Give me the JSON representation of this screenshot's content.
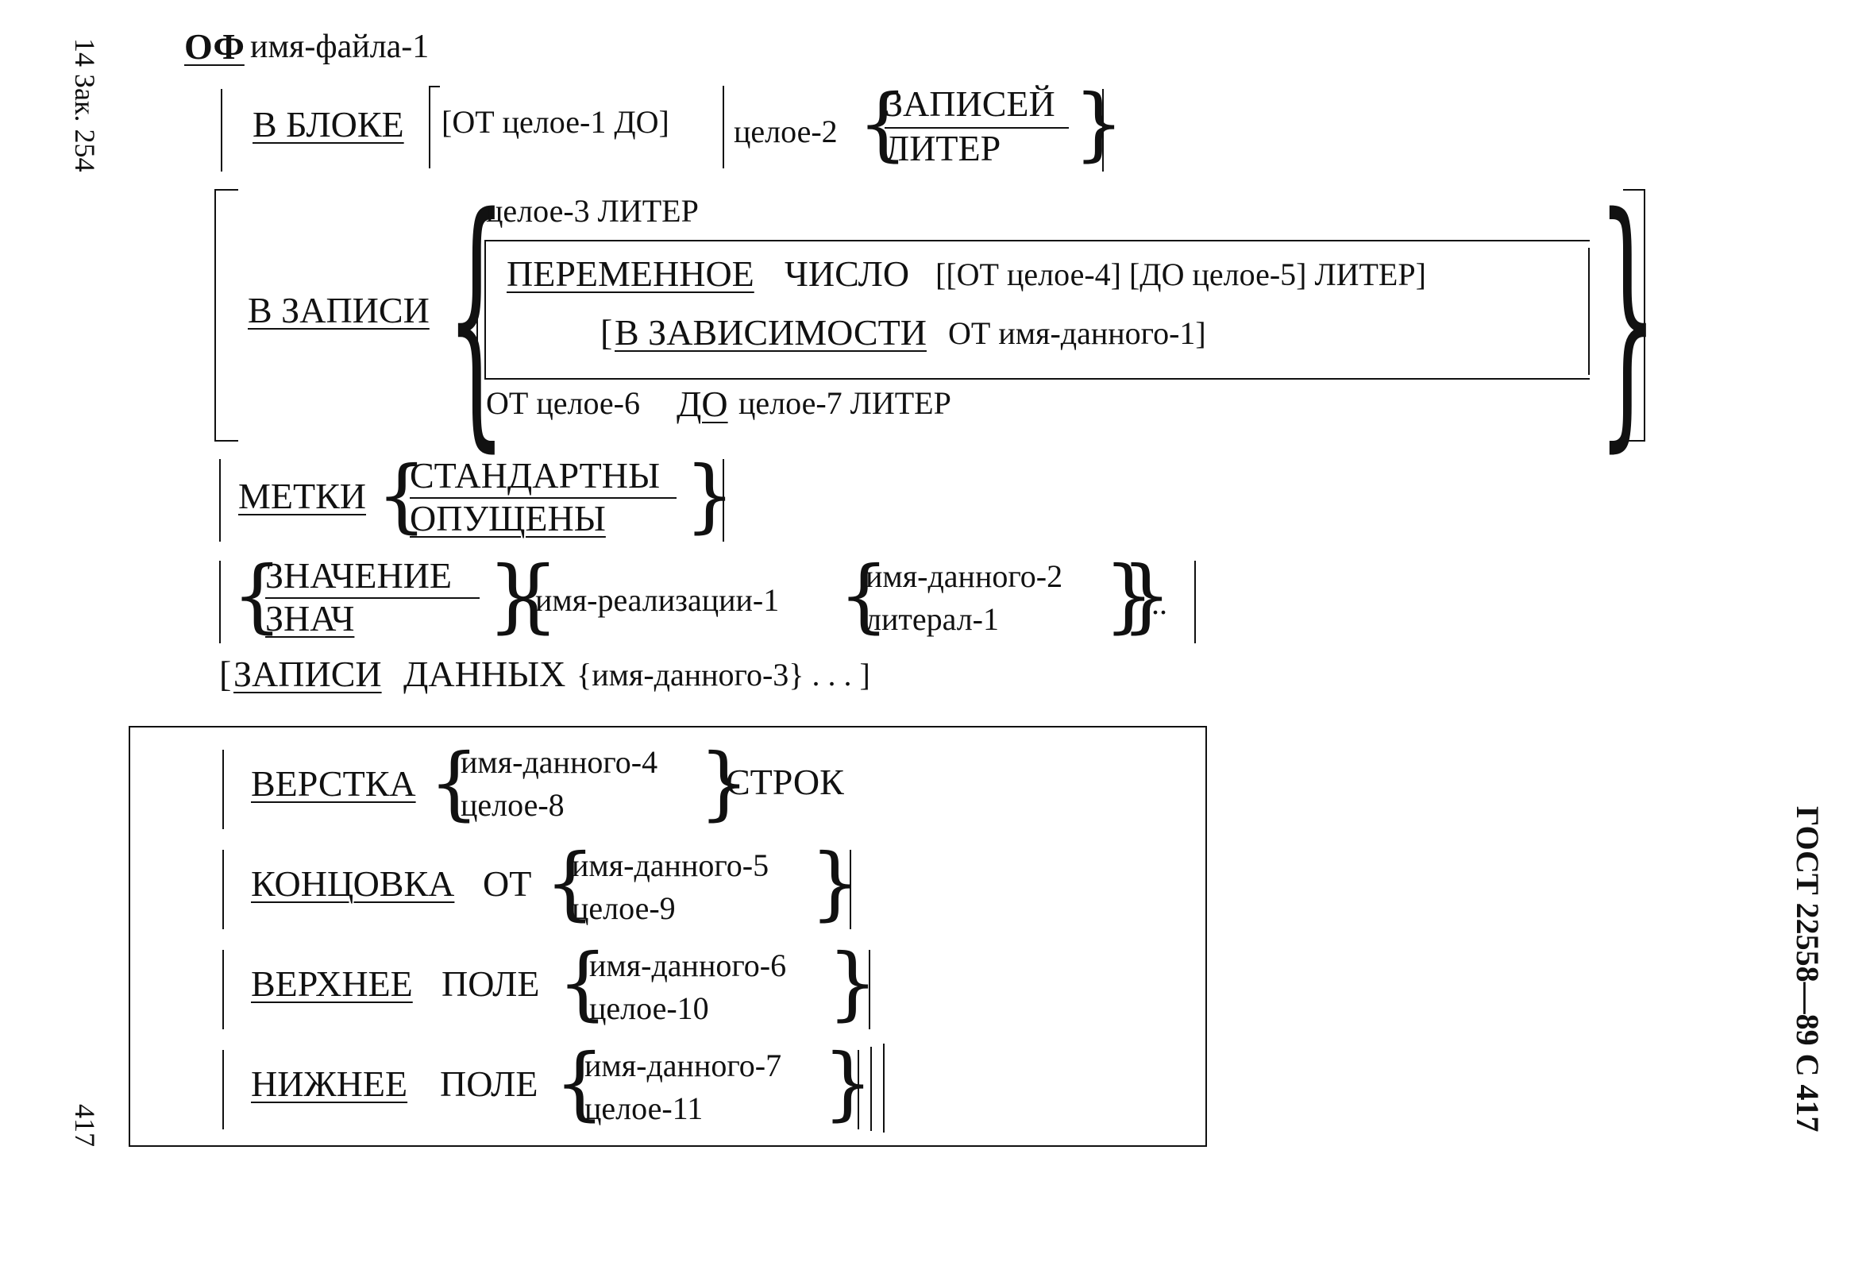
{
  "margin_left": {
    "top_note": "14 Зак. 254",
    "page_number": "417"
  },
  "margin_right": {
    "standard": "ГОСТ 22558—89 С 417"
  },
  "fd": {
    "keyword": "ОФ",
    "file_name": "имя-файла-1"
  },
  "block": {
    "keyword": "В БЛОКЕ",
    "from_to": "[ОТ целое-1 ДО]",
    "int2": "целое-2",
    "records": "ЗАПИСЕЙ",
    "chars": "ЛИТЕР"
  },
  "record": {
    "keyword": "В ЗАПИСИ",
    "opt1": "целое-3  ЛИТЕР",
    "varying": "ПЕРЕМЕННОЕ",
    "number": "ЧИСЛО",
    "varying_rest": "[[ОТ целое-4]  [ДО целое-5]  ЛИТЕР]",
    "depending": "В ЗАВИСИМОСТИ",
    "depending_rest": "ОТ имя-данного-1]",
    "depending_open": "[",
    "opt3_from": "ОТ целое-6",
    "opt3_to": "ДО",
    "opt3_rest": "целое-7 ЛИТЕР"
  },
  "labels": {
    "keyword": "МЕТКИ",
    "standard": "СТАНДАРТНЫ",
    "omitted": "ОПУЩЕНЫ"
  },
  "value": {
    "long": "ЗНАЧЕНИЕ",
    "short": "ЗНАЧ",
    "impl": "имя-реализации-1",
    "data2": "имя-данного-2",
    "lit1": "литерал-1",
    "ellipsis": "..."
  },
  "data_records": {
    "open": "[",
    "keyword": "ЗАПИСИ",
    "word2": "ДАННЫХ",
    "rest": "{имя-данного-3} . . . ]"
  },
  "linage": {
    "keyword": "ВЕРСТКА",
    "data4": "имя-данного-4",
    "int8": "целое-8",
    "lines": "СТРОК"
  },
  "footing": {
    "keyword": "КОНЦОВКА",
    "at": "ОТ",
    "data5": "имя-данного-5",
    "int9": "целое-9"
  },
  "top": {
    "keyword": "ВЕРХНЕЕ",
    "field": "ПОЛЕ",
    "data6": "имя-данного-6",
    "int10": "целое-10"
  },
  "bottom": {
    "keyword": "НИЖНЕЕ",
    "field": "ПОЛЕ",
    "data7": "имя-данного-7",
    "int11": "целое-11"
  }
}
